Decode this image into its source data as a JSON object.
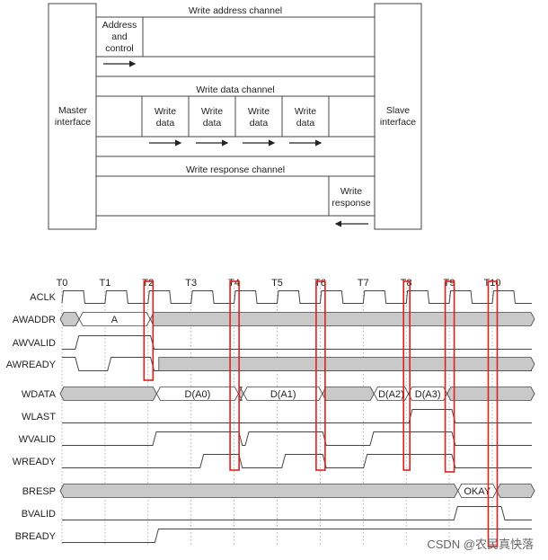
{
  "channel_diagram": {
    "master": [
      "Master",
      "interface"
    ],
    "slave": [
      "Slave",
      "interface"
    ],
    "write_address_channel": "Write address channel",
    "address_and_control": [
      "Address",
      "and",
      "control"
    ],
    "write_data_channel": "Write data channel",
    "write_data": [
      "Write",
      "data"
    ],
    "write_response_channel": "Write response channel",
    "write_response": [
      "Write",
      "response"
    ]
  },
  "timing": {
    "ticks": [
      "T0",
      "T1",
      "T2",
      "T3",
      "T4",
      "T5",
      "T6",
      "T7",
      "T8",
      "T9",
      "T10"
    ],
    "signals": [
      "ACLK",
      "AWADDR",
      "AWVALID",
      "AWREADY",
      "WDATA",
      "WLAST",
      "WVALID",
      "WREADY",
      "BRESP",
      "BVALID",
      "BREADY"
    ],
    "awaddr_value": "A",
    "wdata_values": [
      "D(A0)",
      "D(A1)",
      "D(A2)",
      "D(A3)"
    ],
    "bresp_value": "OKAY",
    "highlight_edges": [
      "T2",
      "T4",
      "T6",
      "T8",
      "T9",
      "T10"
    ]
  },
  "colors": {
    "bus_fill": "#c9c9c9",
    "highlight": "#e0201b",
    "line": "#444444",
    "grid": "#9aa0a6"
  },
  "watermark": "CSDN @农民真快落"
}
